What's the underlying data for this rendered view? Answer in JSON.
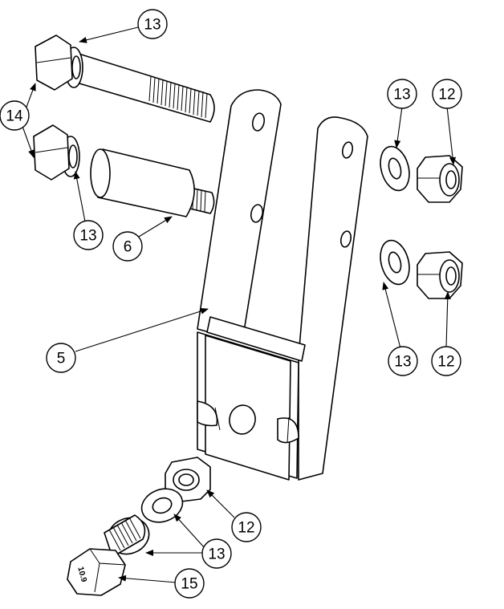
{
  "callouts": [
    {
      "label": "13"
    },
    {
      "label": "14"
    },
    {
      "label": "13"
    },
    {
      "label": "6"
    },
    {
      "label": "5"
    },
    {
      "label": "13"
    },
    {
      "label": "12"
    },
    {
      "label": "13"
    },
    {
      "label": "12"
    },
    {
      "label": "12"
    },
    {
      "label": "13"
    },
    {
      "label": "15"
    }
  ],
  "bolt_head_marking": "10.9",
  "colors": {
    "line": "#000000",
    "fill": "#ffffff"
  },
  "icons": {
    "arrowhead": "arrowhead-marker"
  }
}
